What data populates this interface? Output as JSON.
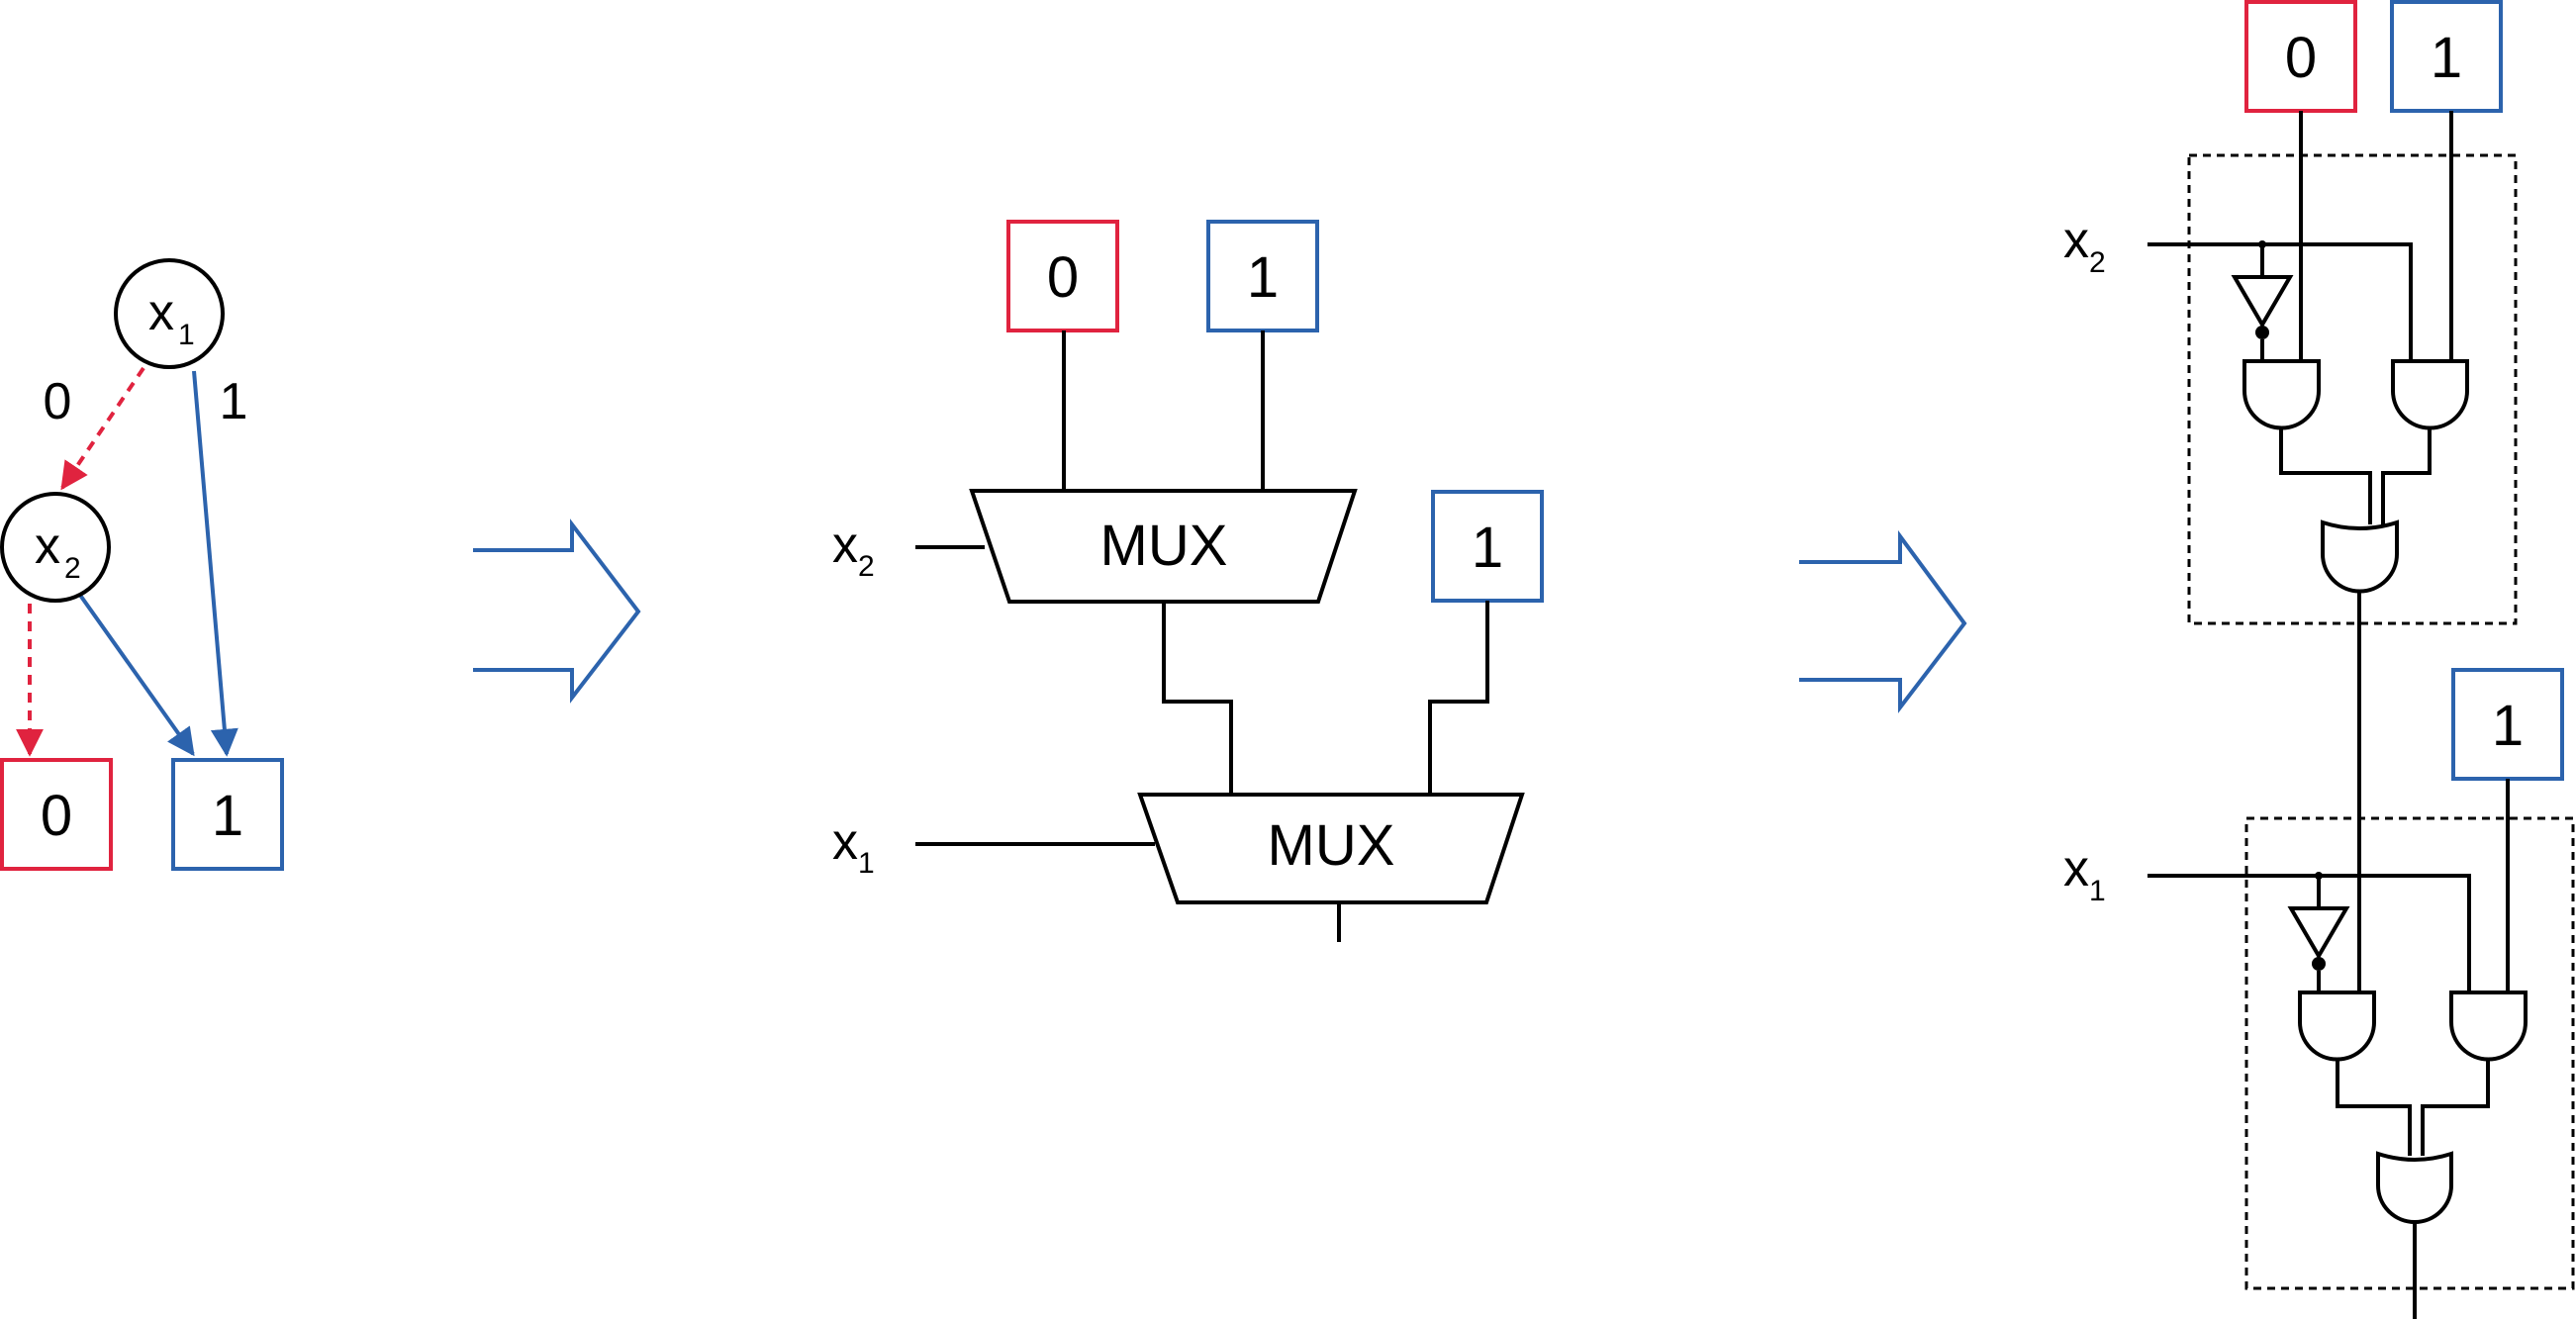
{
  "colors": {
    "zero": "#e0233f",
    "one": "#2c63ad",
    "line": "#000000",
    "arrow": "#2c63ad"
  },
  "bdd": {
    "root_var": "x",
    "root_index": "1",
    "child_var": "x",
    "child_index": "2",
    "edge_low": "0",
    "edge_high": "1",
    "terminal_zero": "0",
    "terminal_one": "1"
  },
  "mux_circuit": {
    "mux_label": "MUX",
    "top_mux": {
      "sel_var": "x",
      "sel_index": "2",
      "input_zero": "0",
      "input_one": "1"
    },
    "bottom_mux": {
      "sel_var": "x",
      "sel_index": "1",
      "input_one": "1"
    }
  },
  "gate_circuit": {
    "stage_top": {
      "sel_var": "x",
      "sel_index": "2",
      "input_zero": "0",
      "input_one": "1"
    },
    "stage_bottom": {
      "sel_var": "x",
      "sel_index": "1",
      "input_one": "1"
    }
  }
}
